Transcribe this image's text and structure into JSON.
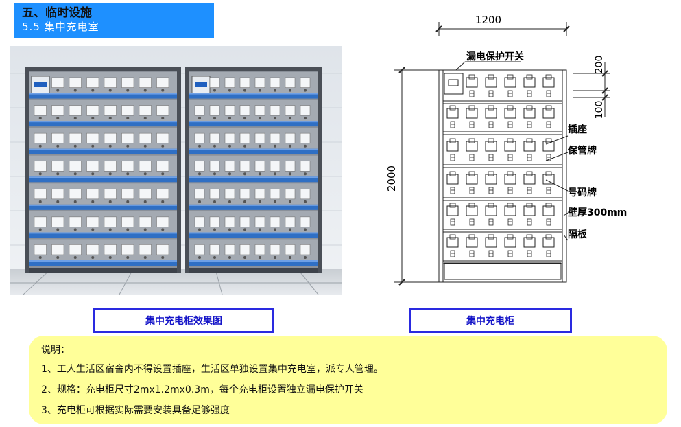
{
  "header": {
    "section_title": "五、临时设施",
    "subsection_title": "5.5 集中充电室"
  },
  "captions": {
    "render": "集中充电柜效果图",
    "drawing": "集中充电柜"
  },
  "drawing": {
    "dim_width": "1200",
    "dim_height": "2000",
    "dim_top_row": "200",
    "dim_shelf": "100",
    "label_breaker": "漏电保护开关",
    "label_socket": "插座",
    "label_locker": "保管牌",
    "label_number": "号码牌",
    "label_wall": "壁厚300mm",
    "label_divider": "隔板"
  },
  "notes": {
    "title": "说明：",
    "items": [
      "1、工人生活区宿舍内不得设置插座，生活区单独设置集中充电室，派专人管理。",
      "2、规格：充电柜尺寸2mx1.2mx0.3m，每个充电柜设置独立漏电保护开关",
      "3、充电柜可根据实际需要安装具备足够强度"
    ]
  },
  "colors": {
    "title_bg": "#1e90ff",
    "caption_border": "#2a2ae0",
    "notes_bg": "#ffff99",
    "shelf_blue": "#2f6fc4",
    "cabinet_frame": "#4a4f57"
  }
}
